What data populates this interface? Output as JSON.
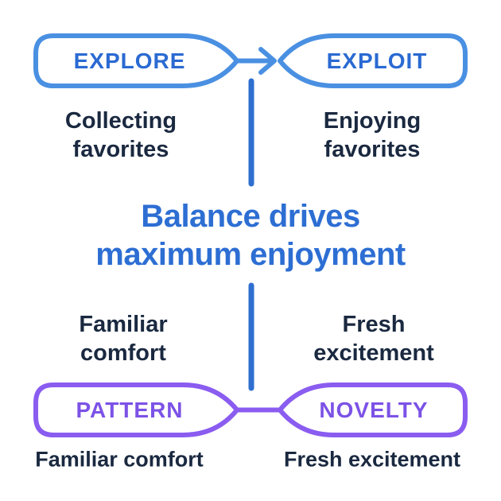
{
  "diagram": {
    "headline": {
      "line1": "Balance drives",
      "line2": "maximum enjoyment"
    },
    "top_pair": {
      "left": {
        "label": "EXPLORE",
        "caption_line1": "Collecting",
        "caption_line2": "favorites"
      },
      "right": {
        "label": "EXPLOIT",
        "caption_line1": "Enjoying",
        "caption_line2": "favorites"
      },
      "connector": "arrow-right"
    },
    "bottom_pair": {
      "left": {
        "label": "PATTERN",
        "caption_line1": "Familiar",
        "caption_line2": "comfort",
        "footnote": "Familiar comfort"
      },
      "right": {
        "label": "NOVELTY",
        "caption_line1": "Fresh",
        "caption_line2": "excitement",
        "footnote": "Fresh excitement"
      },
      "connector": "plain-line"
    },
    "colors": {
      "blue_badge_border": "#4a90e2",
      "blue_badge_text": "#2a6ad2",
      "headline_blue": "#2d6ed3",
      "axis_line_blue": "#2e6fd0",
      "purple_badge_border": "#8a5cf0",
      "purple_badge_text": "#7c52e6",
      "dark_text": "#1a2940",
      "background": "#ffffff"
    }
  }
}
